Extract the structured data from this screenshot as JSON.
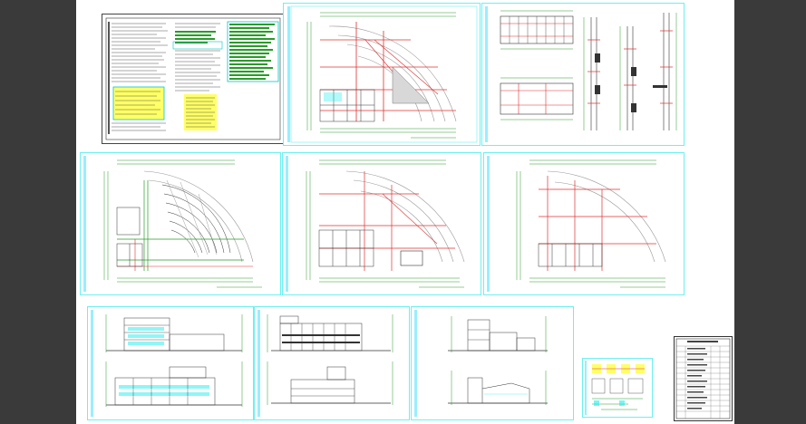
{
  "viewer": {
    "background_color": "#3a3a3a",
    "sheet_color": "#ffffff",
    "frame_color": "#6cf0f0"
  },
  "drawing_set": {
    "sheets": [
      {
        "id": "s1",
        "kind": "general-notes"
      },
      {
        "id": "s2",
        "kind": "floor-plan-fan"
      },
      {
        "id": "s3",
        "kind": "sections-details"
      },
      {
        "id": "s4",
        "kind": "floor-plan-seating"
      },
      {
        "id": "s5",
        "kind": "floor-plan-fan"
      },
      {
        "id": "s6",
        "kind": "floor-plan-fan"
      },
      {
        "id": "s7",
        "kind": "elevations"
      },
      {
        "id": "s8",
        "kind": "elevations"
      },
      {
        "id": "s9",
        "kind": "sections"
      },
      {
        "id": "s10",
        "kind": "details-small"
      },
      {
        "id": "s11",
        "kind": "title-block"
      }
    ]
  }
}
